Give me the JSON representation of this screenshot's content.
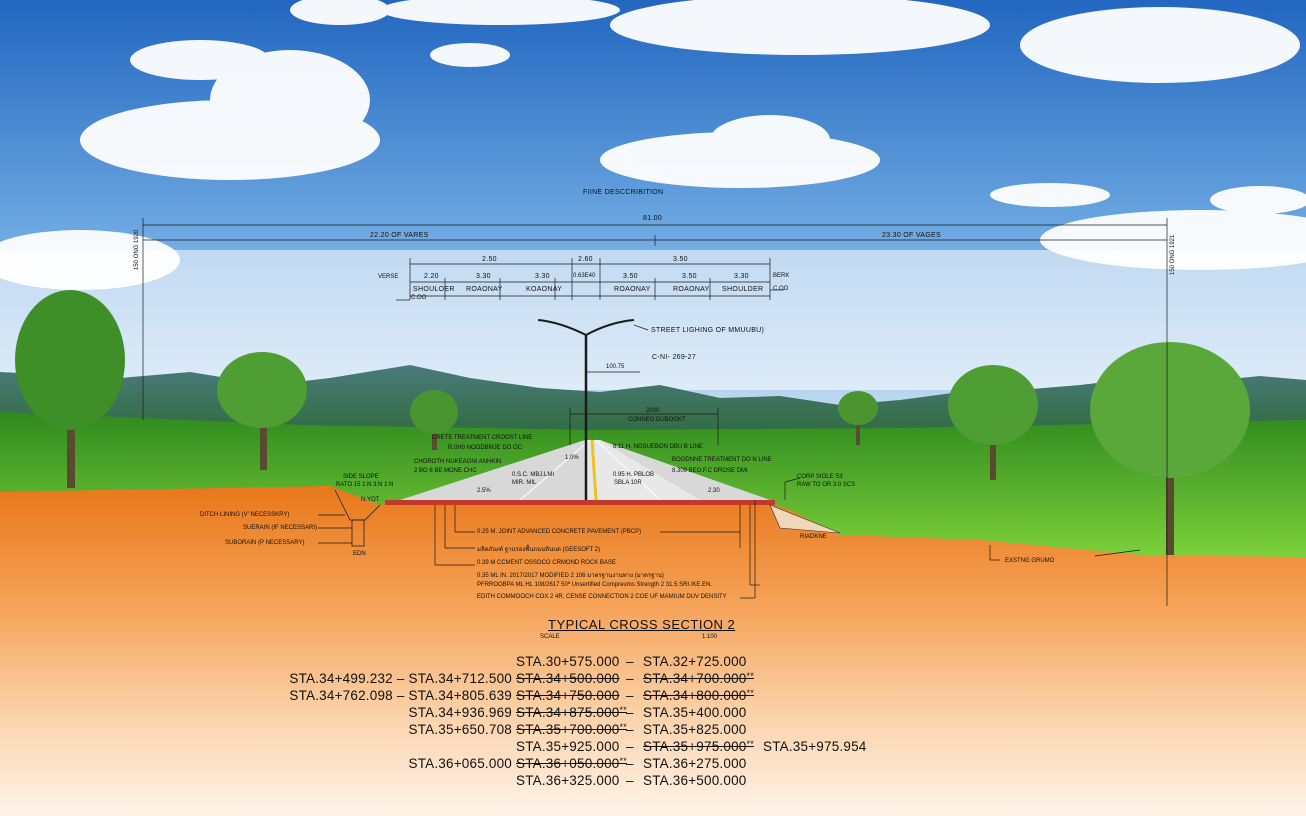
{
  "header": {
    "description": "FIINE DESCCRIBITION"
  },
  "dims": {
    "total": "81.00",
    "left_width": "22.20 OF VARES",
    "right_width": "23.30 OF VAGES",
    "left_side": "150 ONG 1920",
    "right_side": "150 ONG 1921",
    "sub_left": "2.50",
    "sub_center": "2.60",
    "sub_right": "3.50",
    "seg_values": [
      "2.20",
      "3.30",
      "3.30",
      "0.63E40",
      "3.50",
      "3.50",
      "3.30"
    ],
    "lanes": [
      "SHOULOER",
      "ROAONAY",
      "KOAONAY",
      "ROAONAY",
      "ROAONAY",
      "SHOULDER"
    ],
    "verse": "VERSE",
    "berk": "BERK",
    "c00_left": "C.OO",
    "c00_right": "C.OO"
  },
  "lighting": {
    "label": "STREET LIGHING OF MMUUBU)",
    "code": "C-NI- 269-27",
    "median_width": "100.75",
    "median_dim": "2000",
    "median_label": "CONNEO DUBOOKT"
  },
  "annotations": {
    "left_top": "CRETE TREATMENT CROOST LINE",
    "left_sub1": "R.0H0 NOODBMJE DO OC",
    "left_sub2": "CHOROTH NUKEAGNI ANHKIN",
    "left_sub3": "2 BO 8 BE MONE CHC",
    "right_top": "8.11 H. NOSUEBON DBU B LINE",
    "right_sub1": "BOODNNE TREATMENT DO N LINE",
    "right_sub2": "8.309 BEO.F.C DROSE DMI",
    "lane_left": "0.S.C. MBJ.LMI",
    "lane_left2": "MIR. MIL",
    "lane_right": "0.95 H. PBLOB",
    "lane_right2": "SBLA 10R",
    "pct_left": "2.5%",
    "pct_right": "2.30",
    "pct_center": "1.0%",
    "side_slope": "SIDE SLOPE",
    "side_slope2": "RATO 15 1:N 3:N 1:N",
    "corp_slope": "CORP SIOLE S3",
    "corp_slope2": "RAW TO OR 3:0 SCS",
    "nut": "N.YOT",
    "ditch": "DITCH LINING (V' NECESSKRY)",
    "subrain": "SUERAIN (IF NECESSARI)",
    "suborain": "SUBORAIN (P NECESSARY)",
    "edn": "EDN",
    "riadkne": "RIADKNE",
    "existing": "EXSTNG GRUMO"
  },
  "layers": [
    "0.25 M. JOINT ADVANCED CONCRETE PAVEMENT (PBCP)",
    "มลิตภัณฑ์ ฐานรองพื้นถนนหินบด (GEESOFT 2)",
    "0.39 M CCMENT OSSOCO CRMOND ROCK BASE",
    "0.35 ML IN. 2017/2017 MODIFIED 2 106 มาตรฐานงานทาง (มาตรฐาน)",
    "PFRROOBPA ML HL 108/2617 50ª Unsertified Compreums Strength 2 31.5 SRI./KE.EN.",
    "EDITH COMMOOCH COX 2 4R, CENSE CONNECTION 2 COE UF MAMIUM DUV DENSITY"
  ],
  "section": {
    "title": "TYPICAL CROSS SECTION 2",
    "scale_label": "SCALE",
    "scale_value": "1:100"
  },
  "stations": [
    {
      "prefix": "",
      "from": "STA.30+575.000",
      "from_struck": false,
      "from_mark": "",
      "to": "STA.32+725.000",
      "to_struck": false,
      "to_mark": "",
      "suffix": ""
    },
    {
      "prefix": "STA.34+499.232 – STA.34+712.500",
      "from": "STA.34+500.000",
      "from_struck": true,
      "from_mark": "",
      "to": "STA.34+700.000",
      "to_struck": true,
      "to_mark": "**",
      "suffix": ""
    },
    {
      "prefix": "STA.34+762.098 – STA.34+805.639",
      "from": "STA.34+750.000",
      "from_struck": true,
      "from_mark": "",
      "to": "STA.34+800.000",
      "to_struck": true,
      "to_mark": "**",
      "suffix": ""
    },
    {
      "prefix": "STA.34+936.969",
      "from": "STA.34+875.000",
      "from_struck": true,
      "from_mark": "**",
      "to": "STA.35+400.000",
      "to_struck": false,
      "to_mark": "",
      "suffix": ""
    },
    {
      "prefix": "STA.35+650.708",
      "from": "STA.35+700.000",
      "from_struck": true,
      "from_mark": "**",
      "to": "STA.35+825.000",
      "to_struck": false,
      "to_mark": "",
      "suffix": ""
    },
    {
      "prefix": "",
      "from": "STA.35+925.000",
      "from_struck": false,
      "from_mark": "",
      "to": "STA.35+975.000",
      "to_struck": true,
      "to_mark": "**",
      "suffix": "STA.35+975.954"
    },
    {
      "prefix": "STA.36+065.000",
      "from": "STA.36+050.000",
      "from_struck": true,
      "from_mark": "**",
      "to": "STA.36+275.000",
      "to_struck": false,
      "to_mark": "",
      "suffix": ""
    },
    {
      "prefix": "",
      "from": "STA.36+325.000",
      "from_struck": false,
      "from_mark": "",
      "to": "STA.36+500.000",
      "to_struck": false,
      "to_mark": "",
      "suffix": ""
    }
  ],
  "colors": {
    "sky_top": "#2a6fc4",
    "sky_bottom": "#dfeaf6",
    "grass": "#5cb82e",
    "soil": "#f08a2c",
    "soil_fade": "#fde6cf",
    "road": "#d9d9d9",
    "line": "#1a1a1a"
  }
}
